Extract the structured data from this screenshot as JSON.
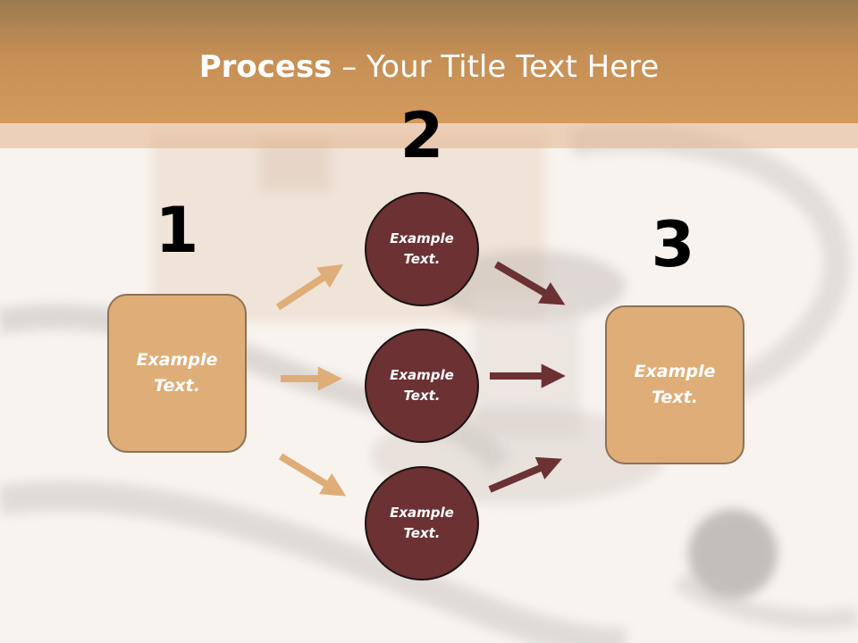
{
  "title": {
    "bold": "Process",
    "rest": " – Your Title Text Here"
  },
  "steps": [
    {
      "number": "1",
      "label": "Example\nText."
    },
    {
      "number": "2"
    },
    {
      "number": "3",
      "label": "Example\nText."
    }
  ],
  "circles": [
    {
      "label": "Example\nText."
    },
    {
      "label": "Example\nText."
    },
    {
      "label": "Example\nText."
    }
  ],
  "colors": {
    "header": "#d39a5c",
    "box_fill": "#dfae78",
    "circle_fill": "#6b3133",
    "arrow_light": "#dfae78",
    "arrow_dark": "#6b3133"
  }
}
